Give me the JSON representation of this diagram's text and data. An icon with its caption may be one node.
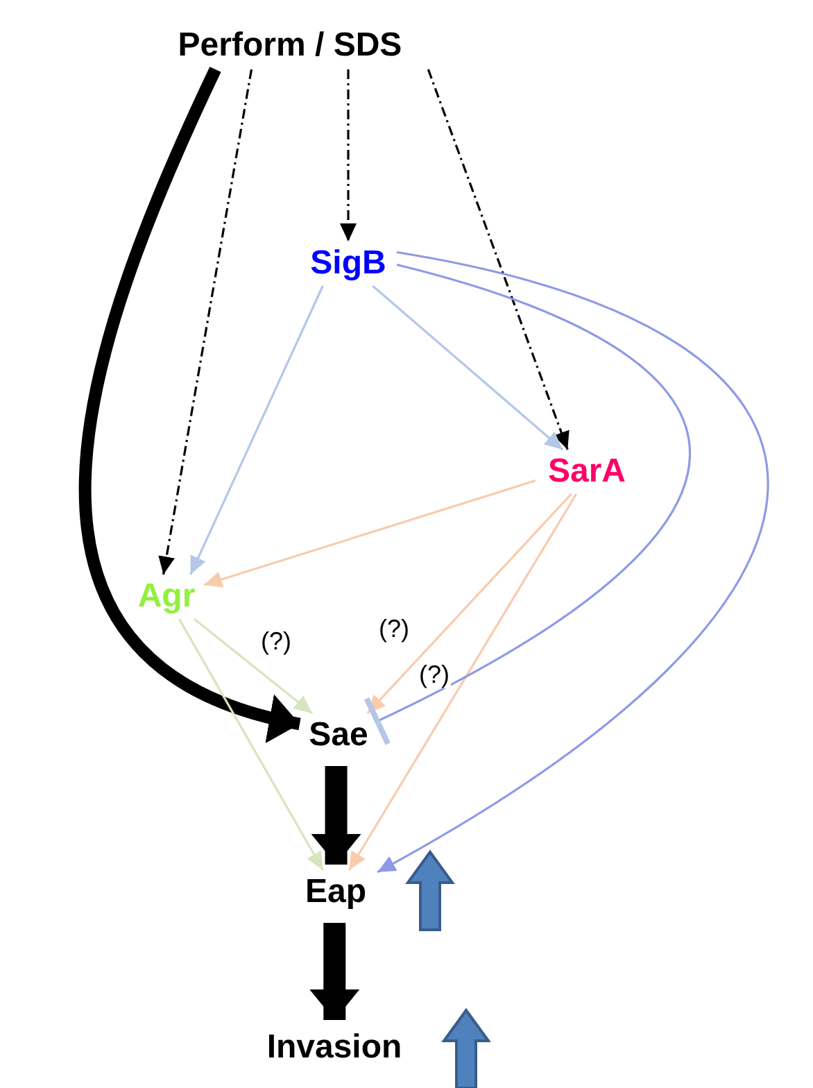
{
  "diagram": {
    "nodes": [
      {
        "text": [
          "Perform / SDS"
        ]
      },
      {
        "text": [
          "SigB"
        ]
      },
      {
        "text": [
          "SarA"
        ]
      },
      {
        "text": [
          "Agr"
        ]
      },
      {
        "text": [
          "Sae"
        ]
      },
      {
        "text": [
          "Eap"
        ]
      },
      {
        "text": [
          "Invasion"
        ]
      }
    ],
    "edges": [
      {
        "from": 0,
        "to": 4,
        "arrow": "to",
        "style": "thick"
      },
      {
        "from": 0,
        "to": 3,
        "arrow": "to",
        "style": "dashed"
      },
      {
        "from": 0,
        "to": 1,
        "arrow": "to",
        "style": "dashed"
      },
      {
        "from": 0,
        "to": 2,
        "arrow": "to",
        "style": "dashed"
      },
      {
        "from": 1,
        "to": 3,
        "arrow": "to",
        "color": "#b4c7e7"
      },
      {
        "from": 1,
        "to": 2,
        "arrow": "to",
        "color": "#b4c7e7"
      },
      {
        "from": 2,
        "to": 3,
        "arrow": "to",
        "color": "#f8cbad"
      },
      {
        "from": 2,
        "to": 4,
        "arrow": "to",
        "color": "#f8cbad",
        "label": "(?)"
      },
      {
        "from": 2,
        "to": 5,
        "arrow": "to",
        "color": "#f8cbad"
      },
      {
        "from": 3,
        "to": 4,
        "arrow": "to",
        "color": "#d6e4bf",
        "label": "(?)"
      },
      {
        "from": 3,
        "to": 5,
        "arrow": "to",
        "color": "#d6e4bf"
      },
      {
        "from": 1,
        "to": 4,
        "arrow": "other",
        "color": "#8e9ae6",
        "label": "(?)"
      },
      {
        "from": 1,
        "to": 5,
        "arrow": "to",
        "color": "#8e9ae6"
      },
      {
        "from": 4,
        "to": 5,
        "arrow": "to",
        "style": "thick"
      },
      {
        "from": 5,
        "to": 6,
        "arrow": "to",
        "style": "thick"
      }
    ]
  }
}
